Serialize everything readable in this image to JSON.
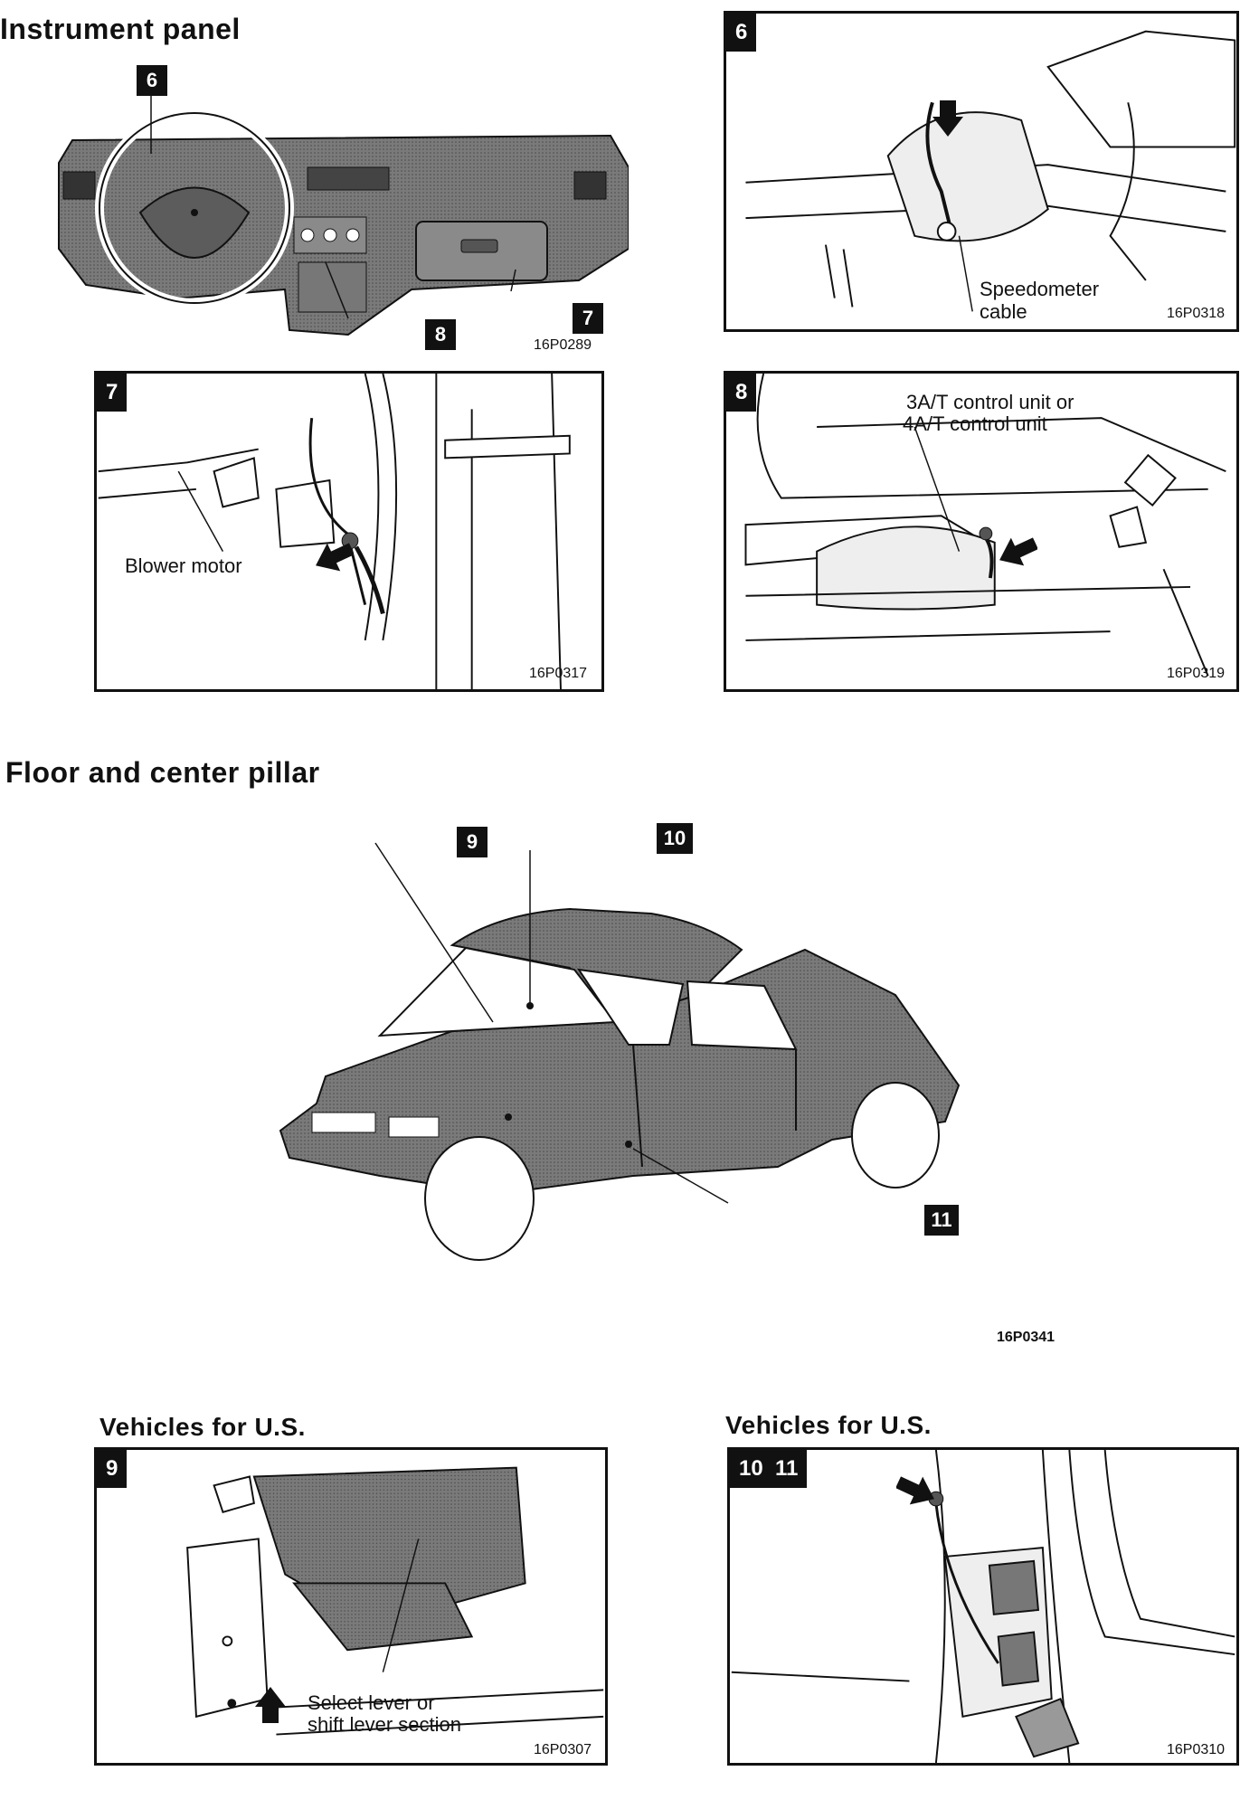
{
  "sections": {
    "instrument_panel": "Instrument panel",
    "floor_center_pillar": "Floor and center pillar"
  },
  "dashboard": {
    "code": "16P0289",
    "markers": {
      "six": "6",
      "seven": "7",
      "eight": "8"
    }
  },
  "panel6": {
    "tag": "6",
    "callout_line1": "Speedometer",
    "callout_line2": "cable",
    "code": "16P0318"
  },
  "panel7": {
    "tag": "7",
    "callout": "Blower motor",
    "code": "16P0317"
  },
  "panel8": {
    "tag": "8",
    "callout_line1": "3A/T control unit or",
    "callout_line2": "4A/T control unit",
    "code": "16P0319"
  },
  "car": {
    "code": "16P0341",
    "markers": {
      "nine": "9",
      "ten": "10",
      "eleven": "11"
    }
  },
  "panel9": {
    "heading": "Vehicles for U.S.",
    "tag": "9",
    "callout_line1": "Select lever or",
    "callout_line2": "shift lever section",
    "code": "16P0307"
  },
  "panel10": {
    "heading": "Vehicles for U.S.",
    "tag": "10  11",
    "code": "16P0310"
  },
  "colors": {
    "ink": "#111111",
    "shade": "#6e6e6e",
    "paper": "#ffffff"
  },
  "icons": [
    "arrow-icon",
    "pointer-arrow-icon"
  ]
}
